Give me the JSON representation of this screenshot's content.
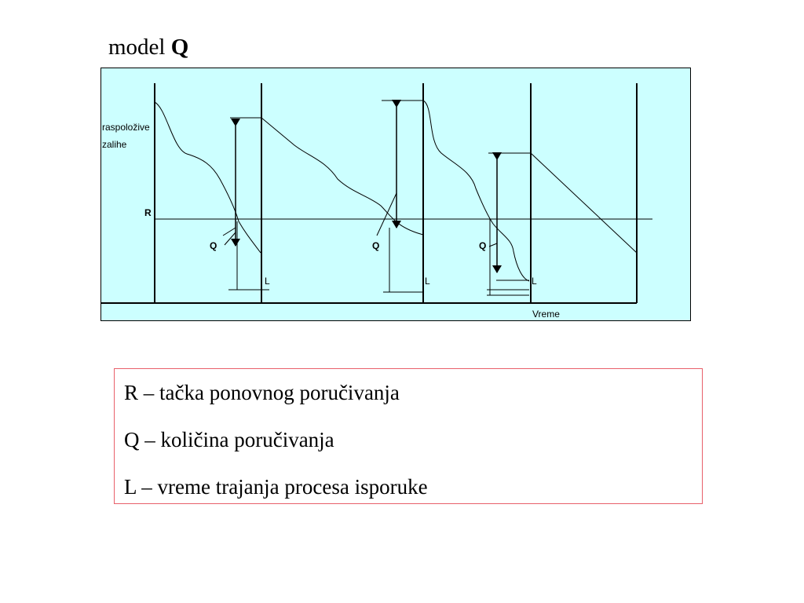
{
  "title": {
    "prefix": "model",
    "bold": "Q"
  },
  "diagram": {
    "y_label_line1": "raspoložive",
    "y_label_line2": "zalihe",
    "r_label": "R",
    "q_label": "Q",
    "l_label": "L",
    "x_label": "Vreme",
    "background": "#ccffff"
  },
  "legend": {
    "items": [
      "R – tačka ponovnog poručivanja",
      "Q – količina poručivanja",
      "L – vreme trajanja procesa isporuke"
    ]
  }
}
